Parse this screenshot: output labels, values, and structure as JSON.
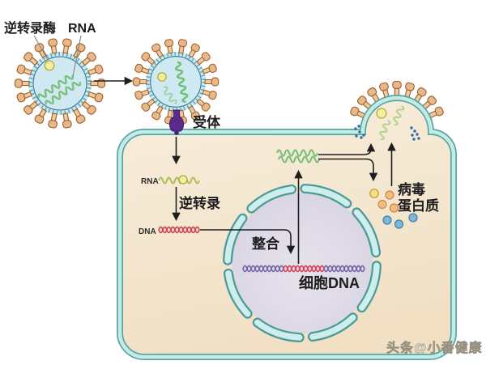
{
  "labels": {
    "reverse_transcriptase": "逆转录酶",
    "rna": "RNA",
    "receptor": "受体",
    "rna_small": "RNA",
    "reverse_transcription": "逆转录",
    "dna_small": "DNA",
    "integration": "整合",
    "cell_dna": "细胞DNA",
    "viral_protein_line1": "病毒",
    "viral_protein_line2": "蛋白质"
  },
  "watermark": "头条@小番健康",
  "colors": {
    "cell_fill": "#f5e9d3",
    "membrane_band": "#c5ebe6",
    "membrane_edge": "#57a6a2",
    "nucleus_fill": "#dcd7e4",
    "nucleus_ring": "#cdeeea",
    "nucleus_ring_edge": "#4d9a9b",
    "virus_core": "#cfe9f3",
    "spike": "#e8b88a",
    "spike_edge": "#9c5f28",
    "rna_strand": "#7cbf7e",
    "mrna_pale": "#b5d494",
    "viral_dna": "#cc4455",
    "host_dna": "#7668a8",
    "enzyme": "#f2ef9e",
    "enzyme_edge": "#b1a42f",
    "receptor": "#5b2a8c",
    "protein_yellow": "#f2e08a",
    "protein_orange": "#f0bc84",
    "protein_blue": "#7db8d8",
    "bud_dots": "#2f6da5",
    "arrow": "#1e1e1e"
  }
}
